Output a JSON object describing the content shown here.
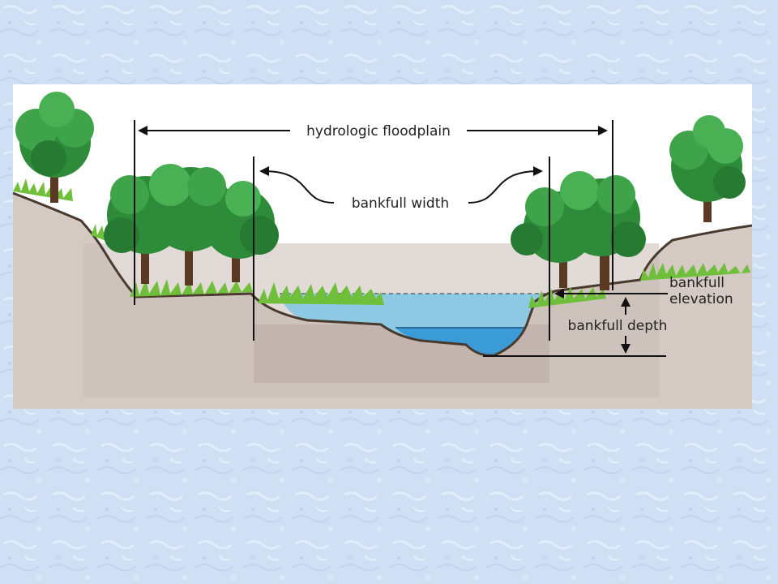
{
  "diagram": {
    "labels": {
      "hydrologic_floodplain": "hydrologic floodplain",
      "bankfull_width": "bankfull width",
      "bankfull_elevation_line1": "bankfull",
      "bankfull_elevation_line2": "elevation",
      "bankfull_depth": "bankfull depth"
    }
  },
  "colors": {
    "slide_background": "#cfe0f4",
    "panel": "#ffffff",
    "soil": "#d5c9c4",
    "soil_dark": "#c3b4ae",
    "water_bankfull": "#8ec9e3",
    "water_channel": "#3a9bd6",
    "grass": "#6fbf3a",
    "tree_canopy": "#2e8b3a",
    "tree_trunk": "#5a3a22"
  }
}
